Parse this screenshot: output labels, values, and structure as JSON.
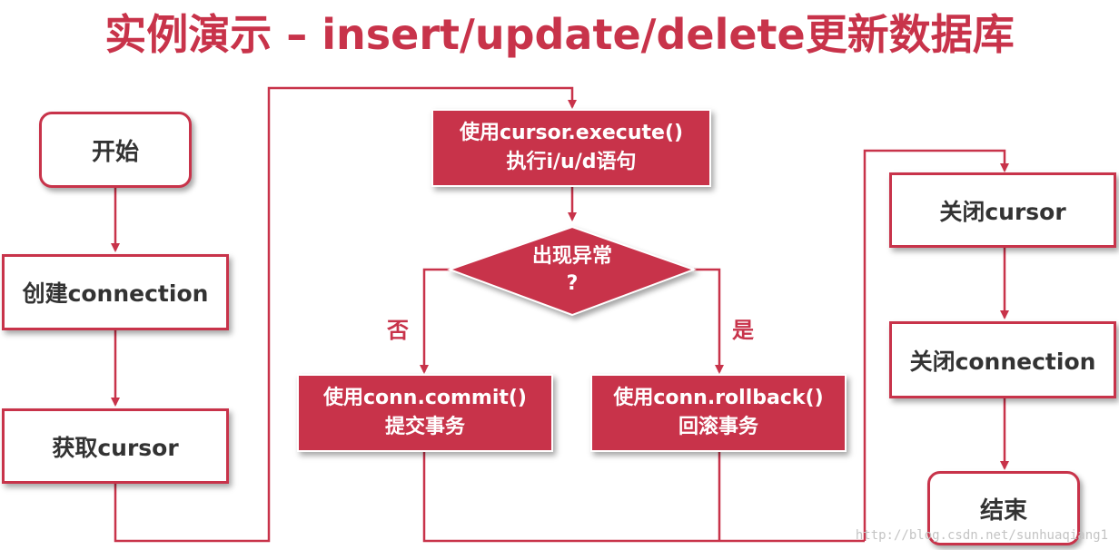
{
  "title": "实例演示 – insert/update/delete更新数据库",
  "nodes": {
    "start": "开始",
    "create_connection": "创建connection",
    "get_cursor": "获取cursor",
    "execute_line1": "使用cursor.execute()",
    "execute_line2": "执行i/u/d语句",
    "exception_line1": "出现异常",
    "exception_line2": "?",
    "commit_line1": "使用conn.commit()",
    "commit_line2": "提交事务",
    "rollback_line1": "使用conn.rollback()",
    "rollback_line2": "回滚事务",
    "close_cursor": "关闭cursor",
    "close_connection": "关闭connection",
    "end": "结束"
  },
  "labels": {
    "no": "否",
    "yes": "是"
  },
  "watermark": "http://blog.csdn.net/sunhuaqiang1",
  "colors": {
    "accent": "#c8334a",
    "text": "#333333"
  }
}
